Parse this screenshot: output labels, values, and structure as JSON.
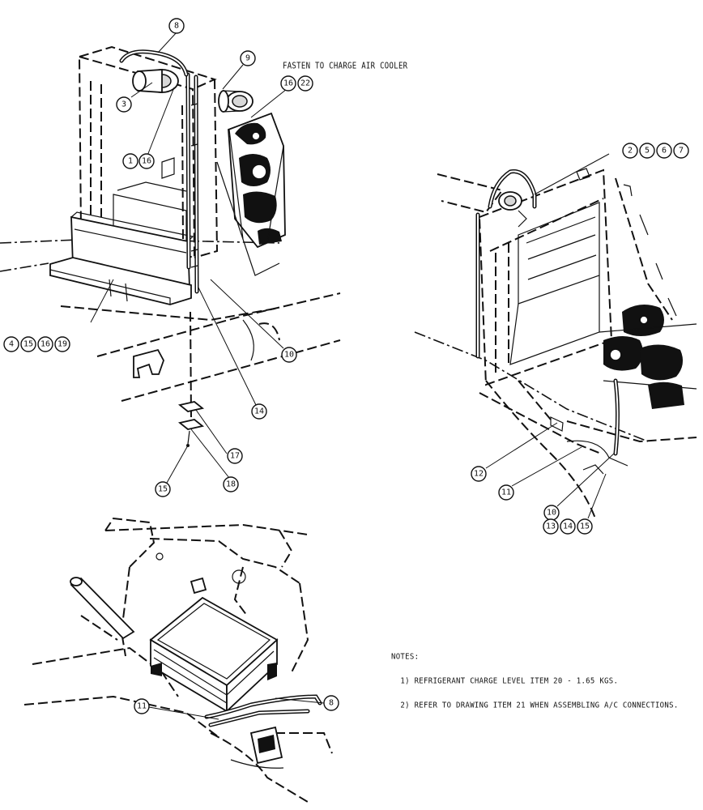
{
  "callout_fasten": "FASTEN TO CHARGE AIR COOLER",
  "notes": {
    "heading": "NOTES:",
    "lines": [
      "  1) REFRIGERANT CHARGE LEVEL ITEM 20 - 1.65 KGS.",
      "  2) REFER TO DRAWING ITEM 21 WHEN ASSEMBLING A/C CONNECTIONS."
    ]
  },
  "balloons": {
    "b8_top": "8",
    "b9": "9",
    "b16a": "16",
    "b22": "22",
    "b3": "3",
    "b1": "1",
    "b16b": "16",
    "b4": "4",
    "b15a": "15",
    "b16c": "16",
    "b19": "19",
    "b10a": "10",
    "b14a": "14",
    "b17": "17",
    "b15b": "15",
    "b18": "18",
    "b2": "2",
    "b5": "5",
    "b6": "6",
    "b7": "7",
    "b12": "12",
    "b11a": "11",
    "b10b": "10",
    "b13": "13",
    "b14b": "14",
    "b15c": "15",
    "b11b": "11",
    "b8_bot": "8"
  }
}
